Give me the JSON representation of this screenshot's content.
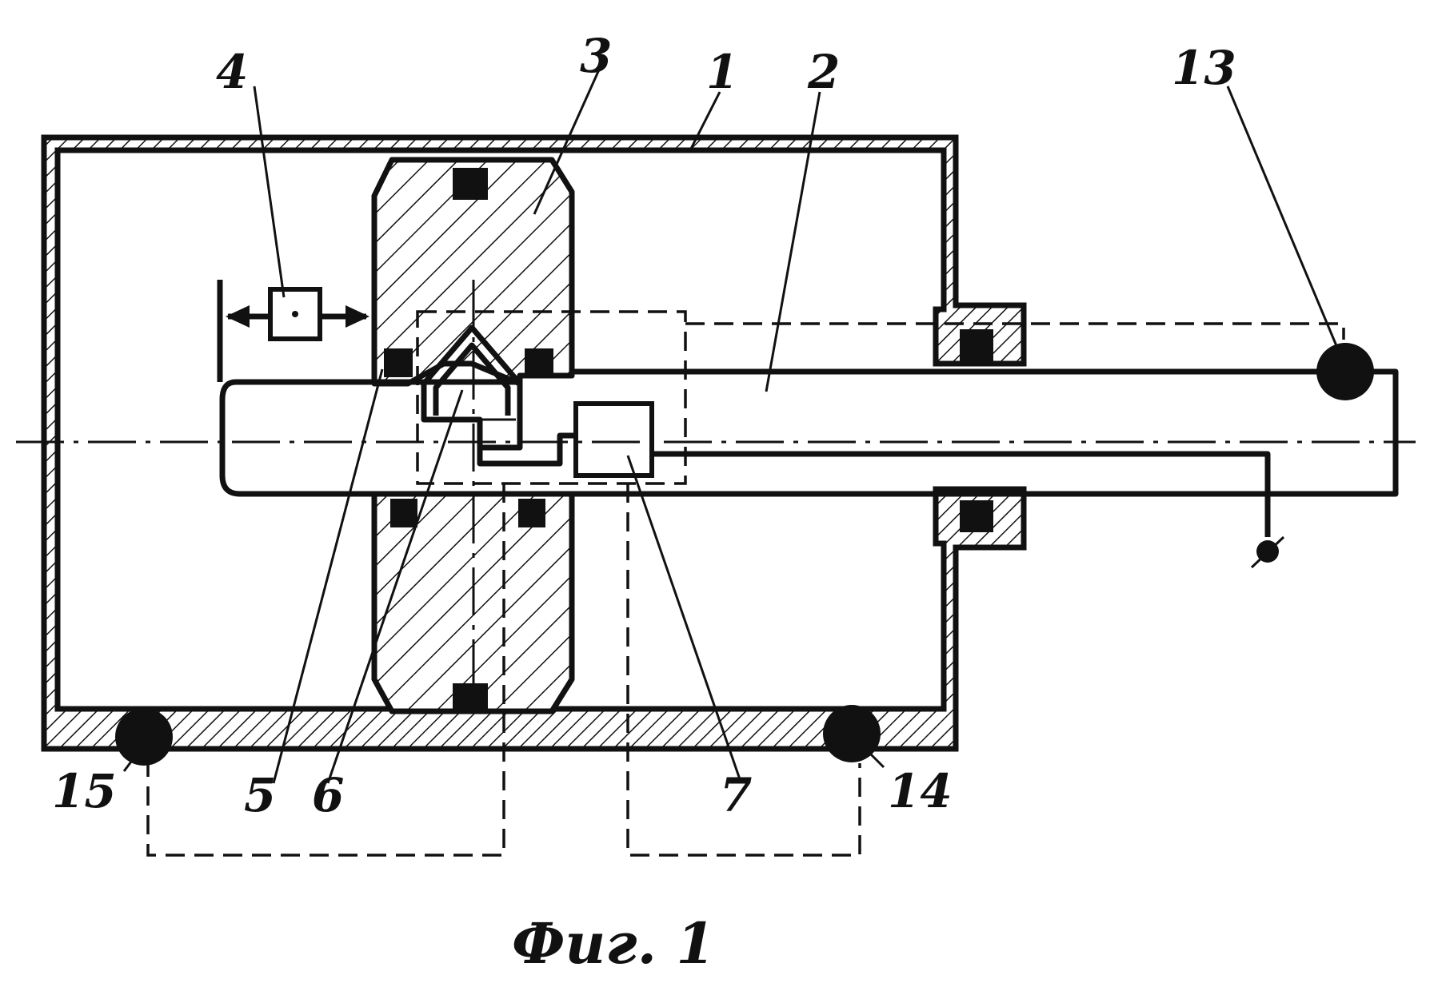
{
  "figure": {
    "caption": "Фиг. 1",
    "labels": {
      "l1": "1",
      "l2": "2",
      "l3": "3",
      "l4": "4",
      "l5": "5",
      "l6": "6",
      "l7": "7",
      "l13": "13",
      "l14": "14",
      "l15": "15"
    }
  }
}
